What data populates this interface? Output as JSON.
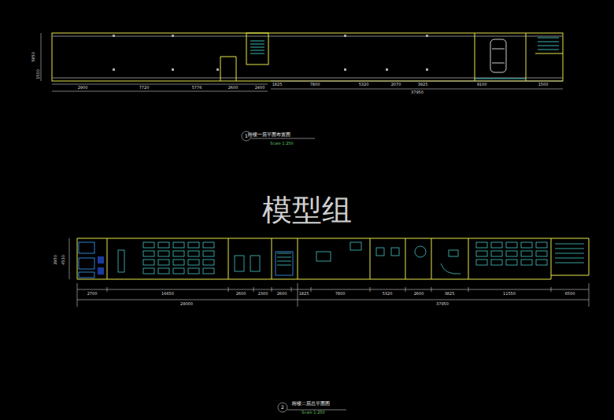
{
  "diagram": {
    "labels": [
      "5850",
      "1500",
      "2900",
      "7720",
      "5776",
      "2600",
      "2400",
      "1825",
      "7800",
      "5320",
      "2070",
      "3925",
      "9100",
      "1500",
      "37950",
      "1",
      "附楼一层平面布置图",
      "Scale 1:250",
      "模型组",
      "3950",
      "4530",
      "2700",
      "16650",
      "2600",
      "2300",
      "2600",
      "1825",
      "7800",
      "5320",
      "2600",
      "3825",
      "11550",
      "6500",
      "28000",
      "37950",
      "2",
      "附楼二层总平面图",
      "Scale 1:250"
    ]
  }
}
